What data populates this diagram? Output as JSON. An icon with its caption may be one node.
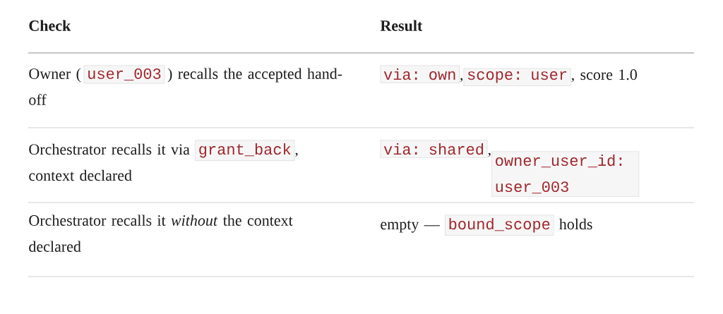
{
  "diagram": {
    "labels": [
      "Check",
      "Result",
      "Owner (",
      "user_003",
      ") recalls the accepted hand-off",
      "via: own",
      ",",
      "scope: user",
      ", score 1.0",
      "Orchestrator recalls it via",
      "grant_back",
      ", context declared",
      "via: shared",
      ",",
      "owner_user_id: user_003",
      "Orchestrator recalls it *without* the context declared",
      "empty —",
      "bound_scope",
      "holds"
    ]
  }
}
